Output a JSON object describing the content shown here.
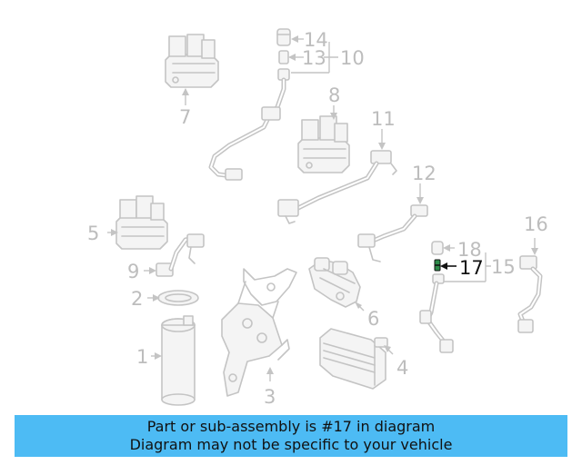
{
  "diagram": {
    "callouts": {
      "c1": "1",
      "c2": "2",
      "c3": "3",
      "c4": "4",
      "c5": "5",
      "c6": "6",
      "c7": "7",
      "c8": "8",
      "c9": "9",
      "c10": "10",
      "c11": "11",
      "c12": "12",
      "c13": "13",
      "c14": "14",
      "c15": "15",
      "c16": "16",
      "c17": "17",
      "c18": "18"
    },
    "highlighted_part": "17",
    "colors": {
      "parts": "#c4c4c4",
      "highlight": "#111111",
      "banner": "#4dbbf4"
    }
  },
  "notice": {
    "line1": "Part or sub-assembly is #17 in diagram",
    "line2": "Diagram may not be specific to your vehicle"
  }
}
